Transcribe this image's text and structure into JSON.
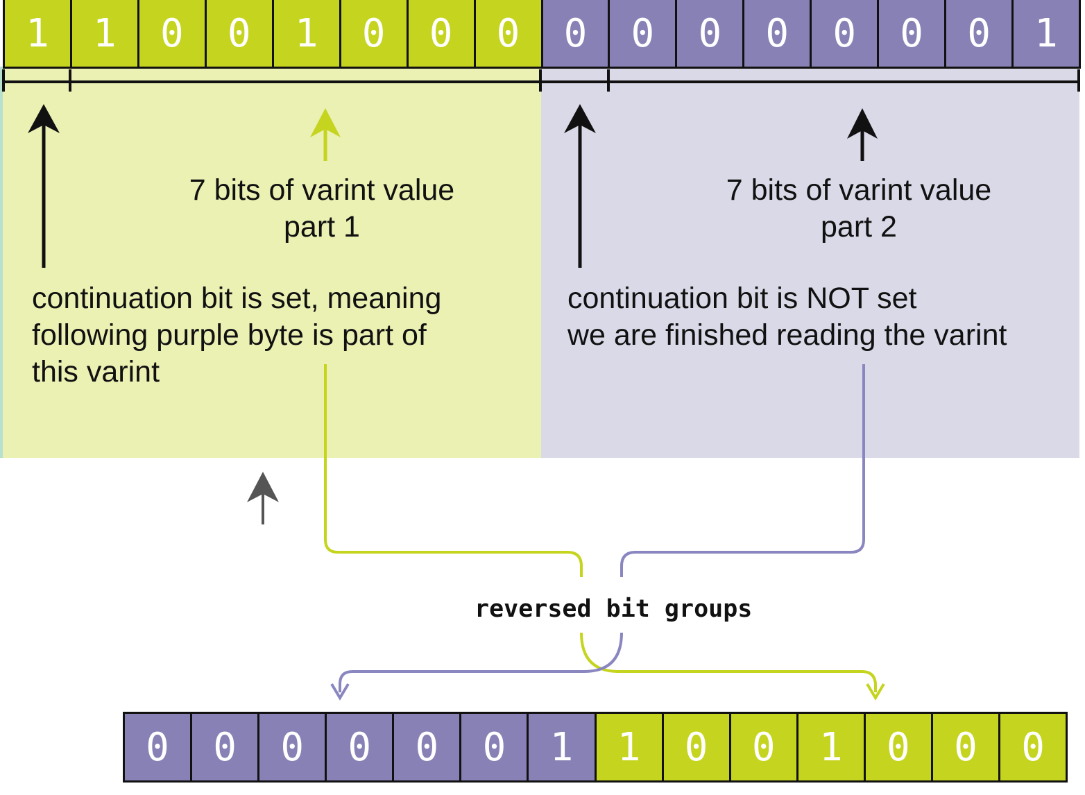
{
  "top_bits": {
    "byte1": [
      "1",
      "1",
      "0",
      "0",
      "1",
      "0",
      "0",
      "0"
    ],
    "byte2": [
      "0",
      "0",
      "0",
      "0",
      "0",
      "0",
      "0",
      "1"
    ]
  },
  "bottom_bits": {
    "group2": [
      "0",
      "0",
      "0",
      "0",
      "0",
      "0",
      "1"
    ],
    "group1": [
      "1",
      "0",
      "0",
      "1",
      "0",
      "0",
      "0"
    ]
  },
  "labels": {
    "seven_bits_part1": "7 bits of varint value\npart 1",
    "seven_bits_part2": "7 bits of varint value\npart 2",
    "continuation_set": "continuation bit is set, meaning\nfollowing purple byte is part of\nthis varint",
    "continuation_not_set": "continuation bit is NOT set\nwe are finished reading the varint",
    "reversed": "reversed bit groups"
  },
  "colors": {
    "green": "#c5d41e",
    "purple": "#8781b5",
    "green_panel": "#ebf0b3",
    "purple_panel": "#d9d9e8",
    "purple_line": "#8a86c0",
    "gray_arrow": "#555555"
  },
  "icons": [
    "arrow-up-icon"
  ]
}
